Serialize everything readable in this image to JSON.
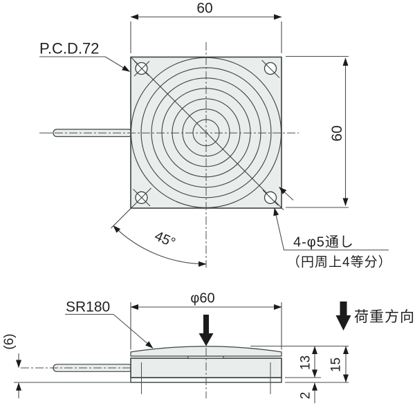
{
  "top_view": {
    "width_dim": "60",
    "height_dim": "60",
    "pcd_label": "P.C.D.72",
    "angle_dim": "45°",
    "hole_note_line1": "4-φ5通し",
    "hole_note_line2": "（円周上4等分）"
  },
  "side_view": {
    "diameter_dim": "φ60",
    "sphere_radius_label": "SR180",
    "cable_offset_dim": "(6)",
    "body_height_dim": "13",
    "total_height_dim": "15",
    "base_thickness_dim": "2",
    "load_direction_label": "荷重方向"
  },
  "colors": {
    "part_fill": "#e9edec",
    "base_fill": "#f7f9f8",
    "line": "#3d4240",
    "dim_line": "#4a4e4c",
    "arrow_fill": "#1c1c1c"
  }
}
